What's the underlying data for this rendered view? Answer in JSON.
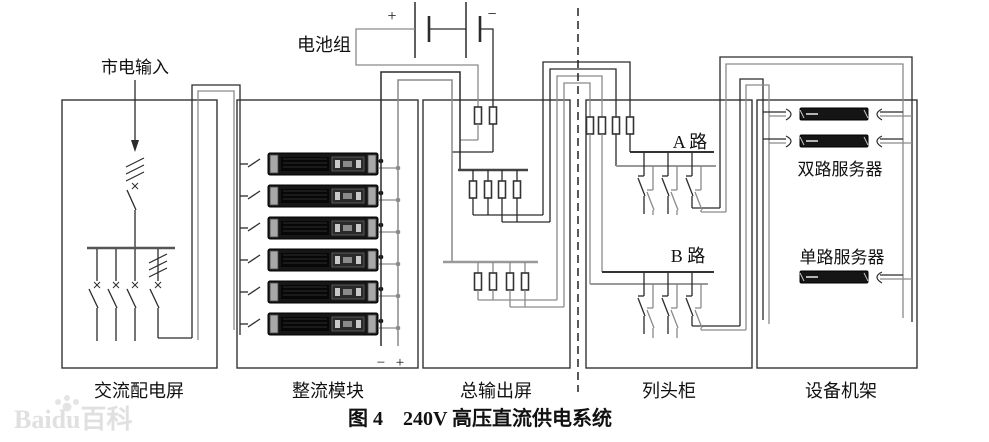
{
  "caption": "图 4　240V 高压直流供电系统",
  "watermark": "Baidu百科",
  "labels": {
    "mains_input": "市电输入",
    "battery": "电池组",
    "battery_plus": "+",
    "battery_minus": "−",
    "dc_bus_minus": "−",
    "dc_bus_plus": "+",
    "path_a": "A 路",
    "path_b": "B 路",
    "dual_server": "双路服务器",
    "single_server": "单路服务器"
  },
  "cabinets": [
    {
      "id": "ac-distribution",
      "label": "交流配电屏"
    },
    {
      "id": "rectifier-modules",
      "label": "整流模块"
    },
    {
      "id": "main-output",
      "label": "总输出屏"
    },
    {
      "id": "row-head",
      "label": "列头柜"
    },
    {
      "id": "equipment-rack",
      "label": "设备机架"
    }
  ],
  "counts": {
    "rectifier_modules": 6,
    "dual_servers": 2,
    "single_servers": 1
  },
  "colors": {
    "wire_dark": "#2b2b2b",
    "wire_gray": "#8a8a8a",
    "box_stroke": "#333333",
    "module_body": "#161616",
    "server_body": "#151515",
    "background": "#ffffff"
  }
}
